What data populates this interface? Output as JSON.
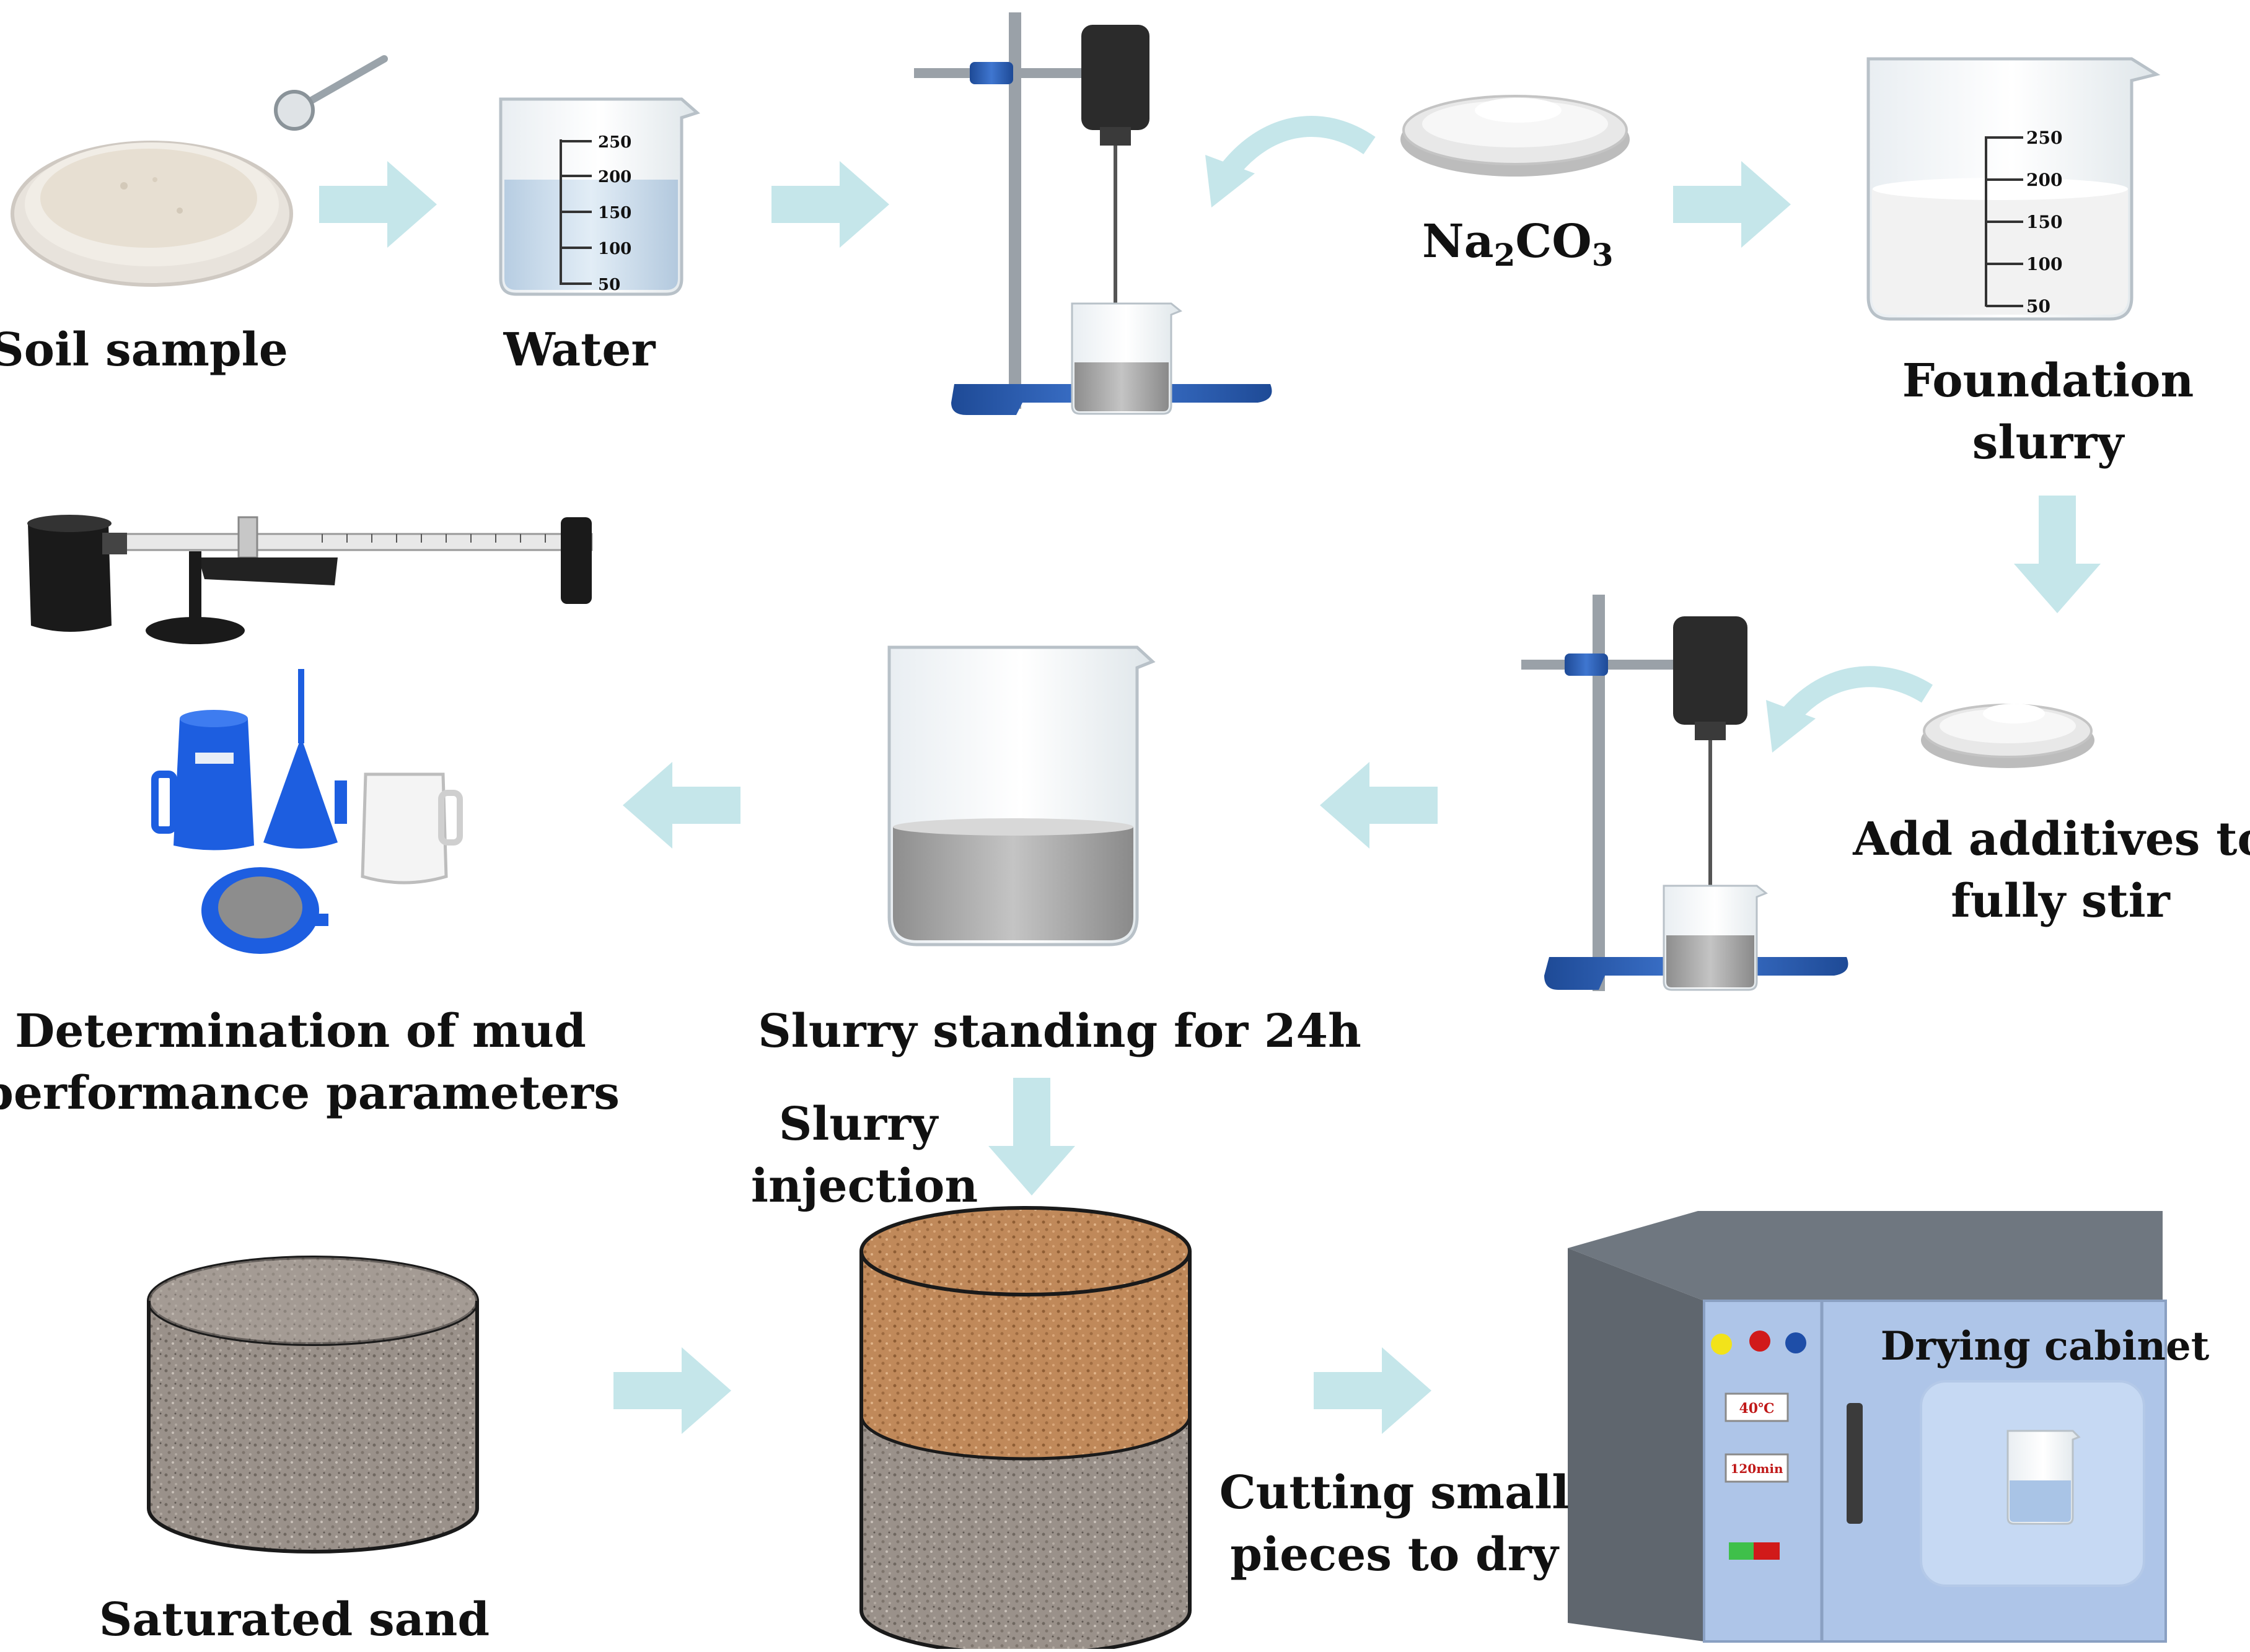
{
  "labels": {
    "soil_sample": "Soil sample",
    "water": "Water",
    "na2co3_main": "Na",
    "na2co3_sub1": "2",
    "na2co3_mid": "CO",
    "na2co3_sub2": "3",
    "foundation_line1": "Foundation",
    "foundation_line2": "slurry",
    "additives_line1": "Add additives to",
    "additives_line2": "fully stir",
    "standing": "Slurry standing for 24h",
    "mud_line1": "Determination of mud",
    "mud_line2": "performance parameters",
    "injection_line1": "Slurry",
    "injection_line2": "injection",
    "saturated_sand": "Saturated sand",
    "cutting_line1": "Cutting small",
    "cutting_line2": "pieces to dry",
    "drying_cabinet": "Drying cabinet",
    "oven_temp": "40℃",
    "oven_time": "120min"
  },
  "beaker_ticks": {
    "t250": "250",
    "t200": "200",
    "t150": "150",
    "t100": "100",
    "t50": "50"
  },
  "colors": {
    "arrow": "#c5e6ea",
    "stand_blue": "#2f5fb0",
    "mixer_black": "#2b2b2b",
    "water_blue": "#c9dcec",
    "slurry_white": "#f4f4f4",
    "slurry_grey": "#a9a9a9",
    "sand_grey": "#9a918a",
    "sand_orange": "#c0895a",
    "oven_side": "#6f7780",
    "oven_front": "#aec5e8",
    "equipment_blue": "#1d5ee0"
  }
}
